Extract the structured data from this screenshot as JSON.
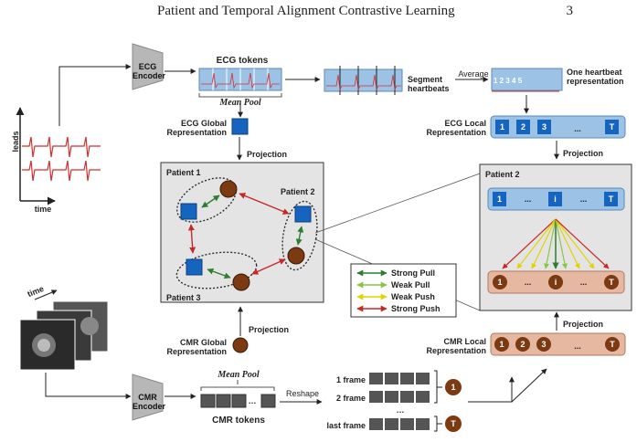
{
  "header": {
    "title": "Patient and Temporal Alignment Contrastive Learning",
    "page_number": "3"
  },
  "ecg_branch": {
    "encoder": "ECG Encoder",
    "tokens": "ECG tokens",
    "mean_pool": "Mean Pool",
    "global_rep": "ECG Global Representation",
    "segment": "Segment heartbeats",
    "average": "Average",
    "one_heartbeat": "One heartbeat representation",
    "beat_digits": "1 2 3 4 5",
    "local_rep": "ECG Local Representation",
    "local_tokens": [
      "1",
      "2",
      "3",
      "...",
      "T"
    ]
  },
  "signal": {
    "leads": "leads",
    "time": "time"
  },
  "projection_label": "Projection",
  "global_panel": {
    "patient1": "Patient 1",
    "patient2": "Patient 2",
    "patient3": "Patient 3"
  },
  "local_panel": {
    "patient": "Patient 2",
    "ecg_tokens": [
      "1",
      "...",
      "i",
      "...",
      "T"
    ],
    "cmr_tokens": [
      "1",
      "...",
      "i",
      "...",
      "T"
    ]
  },
  "legend": [
    "Strong Pull",
    "Weak Pull",
    "Weak Push",
    "Strong Push"
  ],
  "colors": {
    "strong_pull": "#2e7d32",
    "weak_pull": "#8bc34a",
    "weak_push": "#f2e600",
    "strong_push": "#c62828",
    "ecg_square": "#1565c0",
    "cmr_circle": "#7b3a12",
    "token_bg": "#9cc3e6",
    "cmr_token_bg": "#e6b8a2"
  },
  "cmr_branch": {
    "time": "time",
    "encoder": "CMR Encoder",
    "mean_pool": "Mean Pool",
    "tokens": "CMR tokens",
    "global_rep": "CMR Global Representation",
    "reshape": "Reshape",
    "frame_labels": [
      "1 frame",
      "2 frame",
      "last frame"
    ],
    "frame_tokens": [
      "1",
      "T"
    ],
    "local_rep": "CMR Local Representation",
    "local_tokens": [
      "1",
      "2",
      "3",
      "...",
      "T"
    ]
  }
}
